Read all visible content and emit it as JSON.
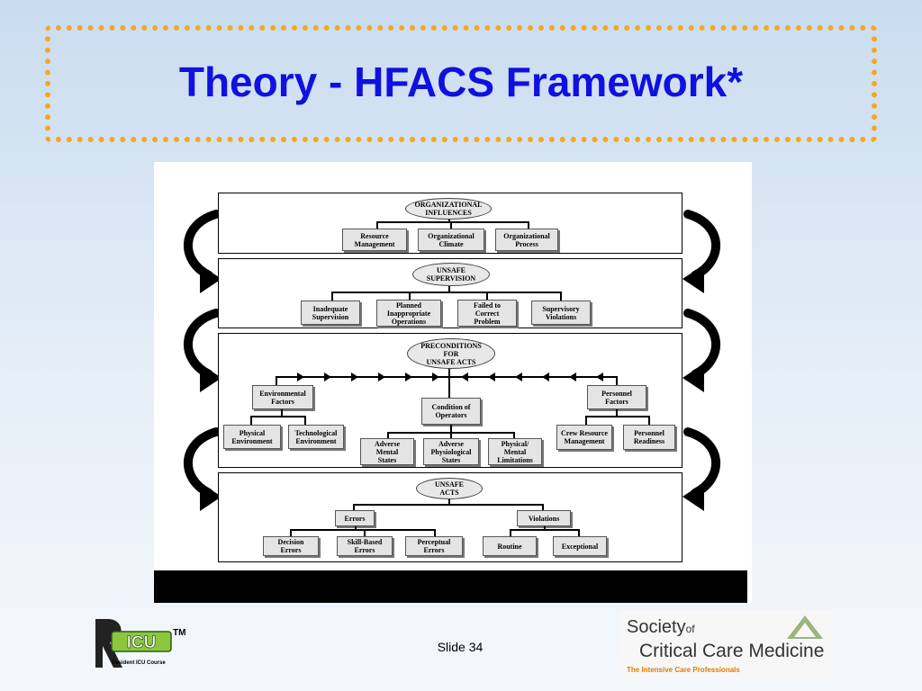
{
  "title": "Theory - HFACS Framework*",
  "slide_number": "Slide 34",
  "tiers": {
    "organizational": {
      "oval": "ORGANIZATIONAL\nINFLUENCES",
      "boxes": [
        "Resource\nManagement",
        "Organizational\nClimate",
        "Organizational\nProcess"
      ]
    },
    "supervision": {
      "oval": "UNSAFE\nSUPERVISION",
      "boxes": [
        "Inadequate\nSupervision",
        "Planned\nInappropriate\nOperations",
        "Failed to\nCorrect\nProblem",
        "Supervisory\nViolations"
      ]
    },
    "preconditions": {
      "oval": "PRECONDITIONS\nFOR\nUNSAFE ACTS",
      "environmental": "Environmental\nFactors",
      "environmental_children": [
        "Physical\nEnvironment",
        "Technological\nEnvironment"
      ],
      "operators": "Condition of\nOperators",
      "operators_children": [
        "Adverse\nMental\nStates",
        "Adverse\nPhysiological\nStates",
        "Physical/\nMental\nLimitations"
      ],
      "personnel": "Personnel\nFactors",
      "personnel_children": [
        "Crew Resource\nManagement",
        "Personnel\nReadiness"
      ]
    },
    "unsafe_acts": {
      "oval": "UNSAFE\nACTS",
      "errors": "Errors",
      "errors_children": [
        "Decision\nErrors",
        "Skill-Based\nErrors",
        "Perceptual\nErrors"
      ],
      "violations": "Violations",
      "violations_children": [
        "Routine",
        "Exceptional"
      ]
    }
  },
  "logos": {
    "ricu": {
      "mark": "ICU",
      "tm": "TM",
      "caption": "Resident ICU Course"
    },
    "sccm": {
      "line1": "Society",
      "line1_small": "of",
      "line2": "Critical Care Medicine",
      "tagline": "The Intensive Care Professionals"
    }
  },
  "colors": {
    "title": "#1010e0",
    "dotted_frame": "#f5a623",
    "sccm_tagline": "#e07a00"
  }
}
